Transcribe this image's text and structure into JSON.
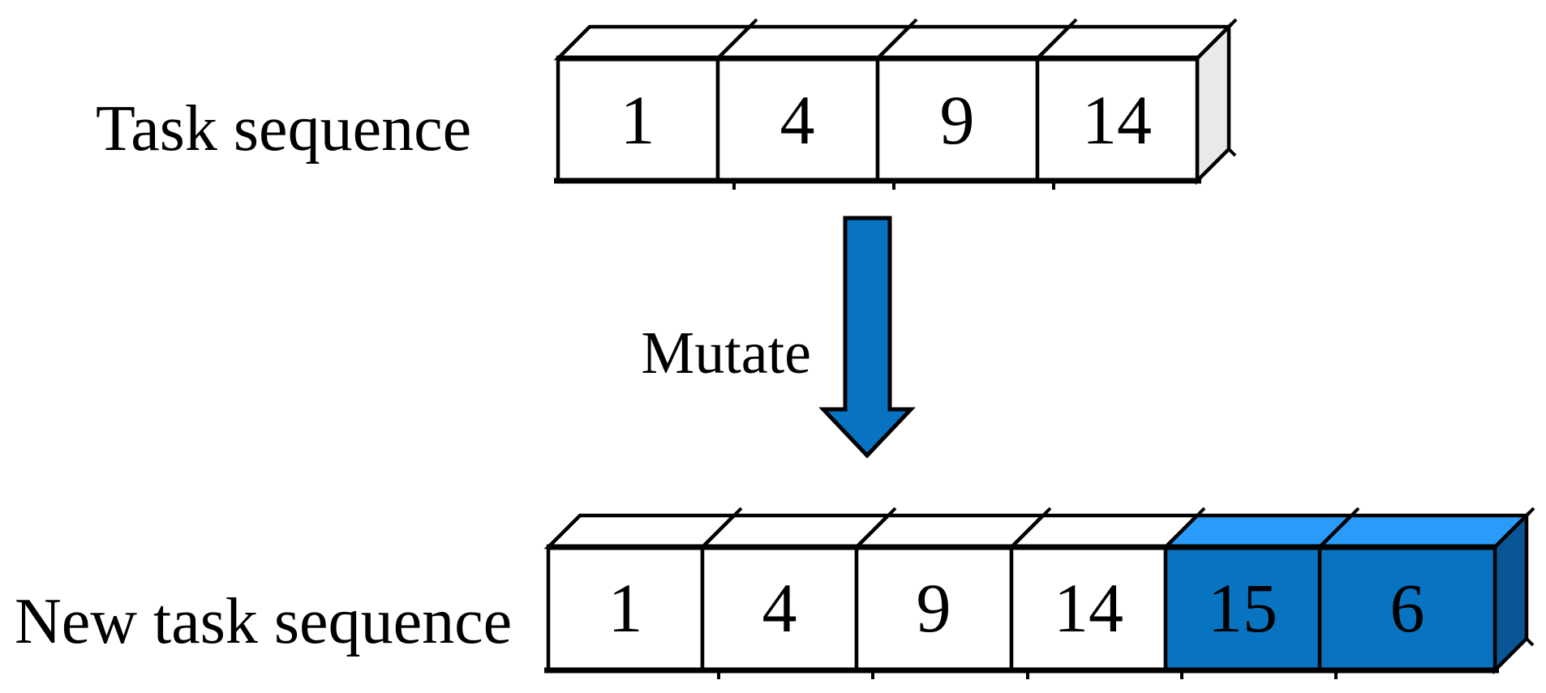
{
  "diagram": {
    "top_row": {
      "label": "Task sequence",
      "cells": [
        "1",
        "4",
        "9",
        "14"
      ]
    },
    "mutation": {
      "label": "Mutate"
    },
    "bottom_row": {
      "label": "New task sequence",
      "cells": [
        "1",
        "4",
        "9",
        "14",
        "15",
        "6"
      ],
      "highlight_from_index": 4
    },
    "colors": {
      "box_front_white": "#ffffff",
      "box_side_gray": "#e9e9e9",
      "highlight_front": "#0873c1",
      "highlight_top": "#2b9bfa",
      "highlight_side": "#0a5596",
      "arrow_fill": "#0873c1",
      "outline": "#000000",
      "background": "#ffffff"
    }
  }
}
